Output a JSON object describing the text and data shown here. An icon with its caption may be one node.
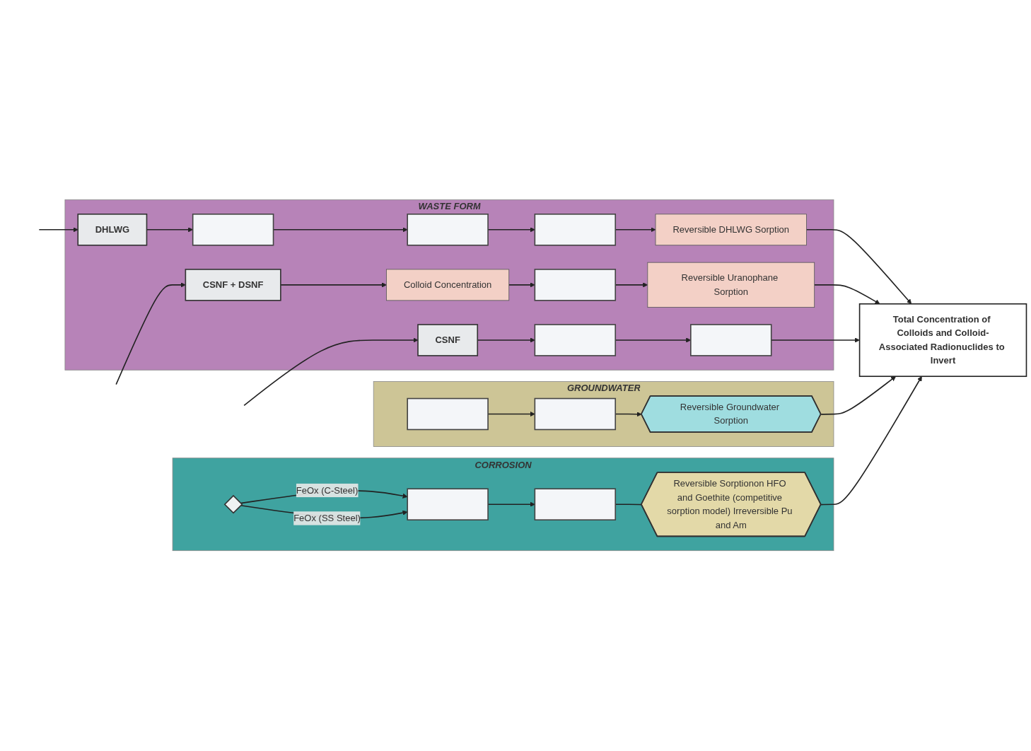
{
  "diagram": {
    "nodes": [
      {
        "text": [
          "WASTE FORM"
        ]
      },
      {
        "text": [
          "DHLWG"
        ],
        "in": 0
      },
      {
        "text": [],
        "shape": "box",
        "in": 0
      },
      {
        "text": [],
        "shape": "box",
        "in": 0
      },
      {
        "text": [],
        "shape": "box",
        "in": 0
      },
      {
        "text": [
          "Reversible DHLWG Sorption"
        ],
        "in": 0
      },
      {
        "text": [
          "CSNF"
        ],
        "in": 0
      },
      {
        "text": [],
        "shape": "box",
        "in": 0
      },
      {
        "text": [],
        "shape": "box",
        "in": 0
      },
      {
        "text": [
          "CSNF + DSNF"
        ],
        "in": 0
      },
      {
        "text": [
          "Colloid Concentration"
        ],
        "in": 0
      },
      {
        "text": [],
        "shape": "box",
        "in": 0
      },
      {
        "text": [
          "Reversible Uranophane Sorption"
        ],
        "in": 0
      },
      {
        "text": [
          "CORROSION"
        ]
      },
      {
        "text": [],
        "shape": "diamond",
        "in": 13
      },
      {
        "text": [],
        "shape": "box",
        "in": 13
      },
      {
        "text": [],
        "shape": "box",
        "in": 13
      },
      {
        "text": [
          "Reversible Sorptionon HFO and Goethite (competitive sorption model) Irreversible Pu and Am"
        ],
        "in": 13
      },
      {
        "text": [
          "GROUNDWATER"
        ]
      },
      {
        "text": [],
        "shape": "box",
        "in": 18
      },
      {
        "text": [],
        "shape": "box",
        "in": 18
      },
      {
        "text": [
          "Reversible Groundwater Sorption"
        ],
        "in": 18
      },
      {
        "text": [
          "Total Concentration of Colloids and Colloid-Associated Radionuclides to Invert"
        ]
      }
    ],
    "edges": [
      {
        "from": null,
        "to": 1,
        "arrow": "to"
      },
      {
        "from": null,
        "to": 6,
        "arrow": "to"
      },
      {
        "from": null,
        "to": 9,
        "arrow": "to"
      },
      {
        "from": 1,
        "to": 2,
        "arrow": "to"
      },
      {
        "from": 2,
        "to": 3,
        "arrow": "to"
      },
      {
        "from": 3,
        "to": 4,
        "arrow": "to"
      },
      {
        "from": 4,
        "to": 5,
        "arrow": "to"
      },
      {
        "from": 5,
        "to": 22,
        "arrow": "to"
      },
      {
        "from": 6,
        "to": 7,
        "arrow": "to"
      },
      {
        "from": 7,
        "to": 8,
        "arrow": "to"
      },
      {
        "from": 8,
        "to": 22,
        "arrow": "to"
      },
      {
        "from": 9,
        "to": 10,
        "arrow": "to"
      },
      {
        "from": 10,
        "to": 11,
        "arrow": "to"
      },
      {
        "from": 11,
        "to": 12,
        "arrow": "to"
      },
      {
        "from": 12,
        "to": 22,
        "arrow": "to"
      },
      {
        "from": 14,
        "to": 15,
        "label": "FeOx (C-Steel)",
        "arrow": "to"
      },
      {
        "from": 14,
        "to": 15,
        "label": "FeOx (SS Steel)",
        "arrow": "to"
      },
      {
        "from": 15,
        "to": 16,
        "arrow": "to"
      },
      {
        "from": 16,
        "to": 17,
        "arrow": "none"
      },
      {
        "from": 17,
        "to": 22,
        "arrow": "to"
      },
      {
        "from": 19,
        "to": 20,
        "arrow": "to"
      },
      {
        "from": 20,
        "to": 21,
        "arrow": "to"
      },
      {
        "from": 21,
        "to": 22,
        "arrow": "to"
      }
    ]
  }
}
